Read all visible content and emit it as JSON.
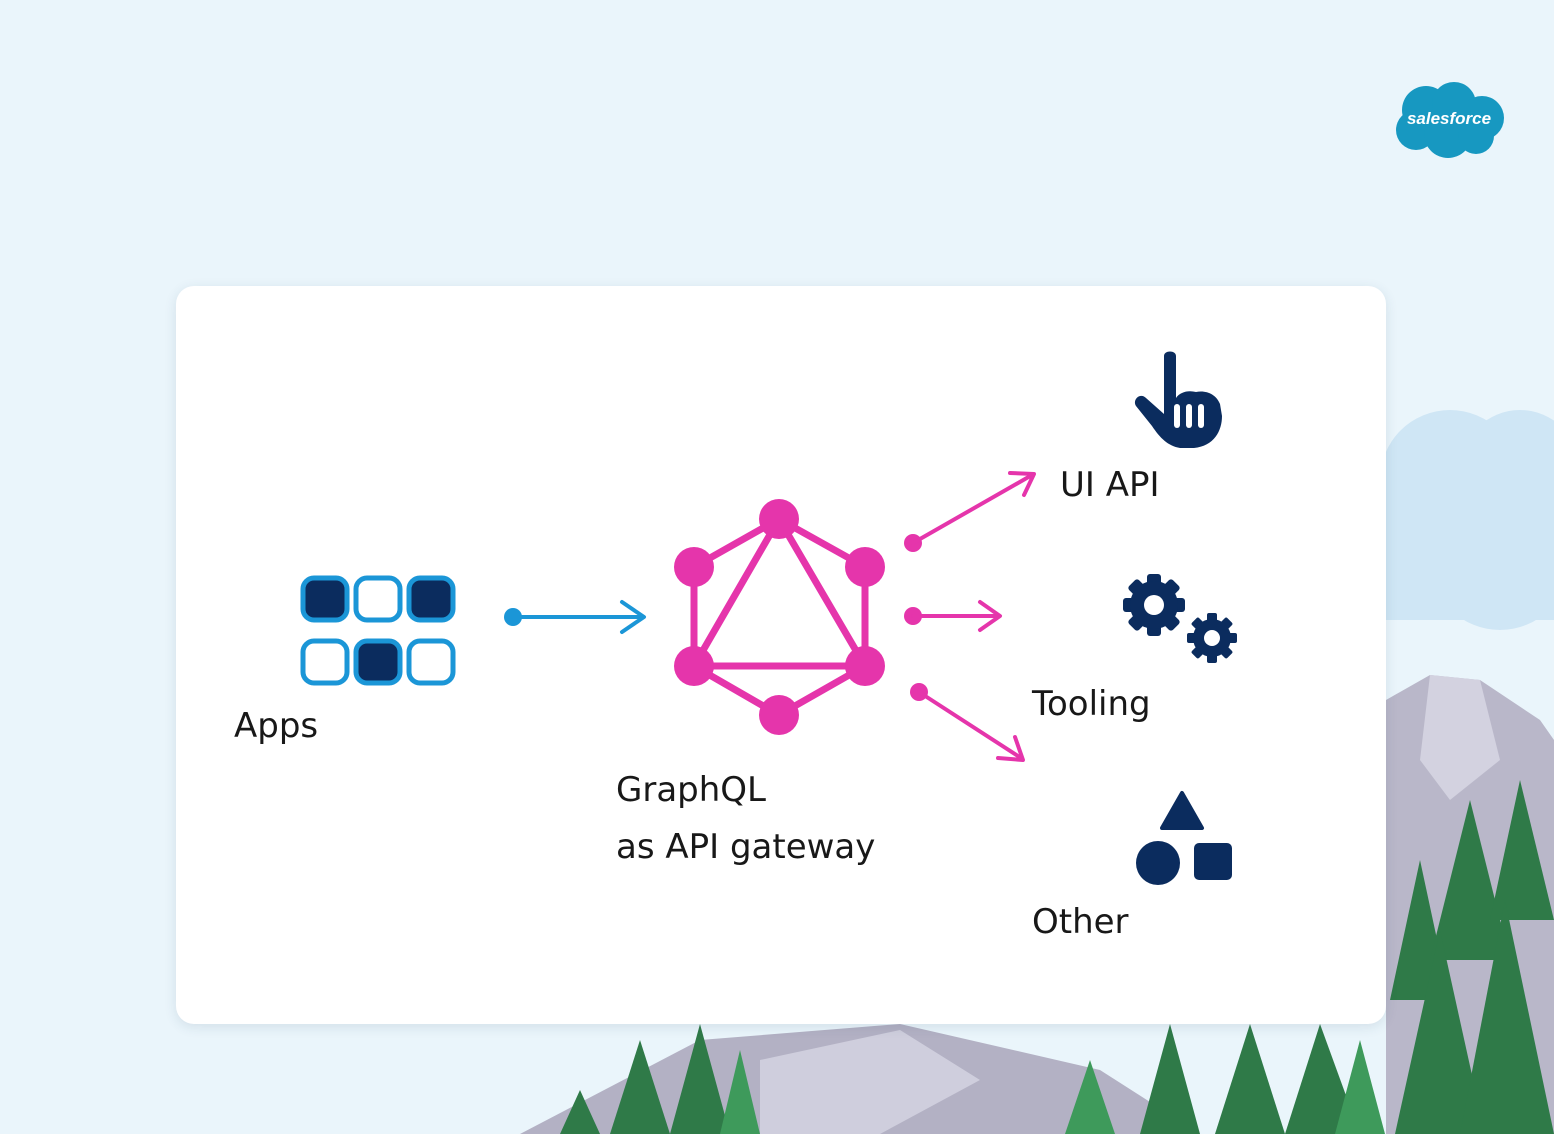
{
  "brand": {
    "logo_text": "salesforce",
    "logo_color": "#1798c1"
  },
  "diagram": {
    "apps_label": "Apps",
    "gateway_label_line1": "GraphQL",
    "gateway_label_line2": "as API gateway",
    "targets": [
      {
        "label": "UI API",
        "icon": "pointer-hand-icon"
      },
      {
        "label": "Tooling",
        "icon": "gears-icon"
      },
      {
        "label": "Other",
        "icon": "shapes-icon"
      }
    ]
  },
  "colors": {
    "graphql_pink": "#e535ab",
    "arrow_blue": "#1b96d7",
    "icon_navy": "#0b2c5e",
    "card_bg": "#ffffff",
    "sky": "#eaf5fb"
  }
}
